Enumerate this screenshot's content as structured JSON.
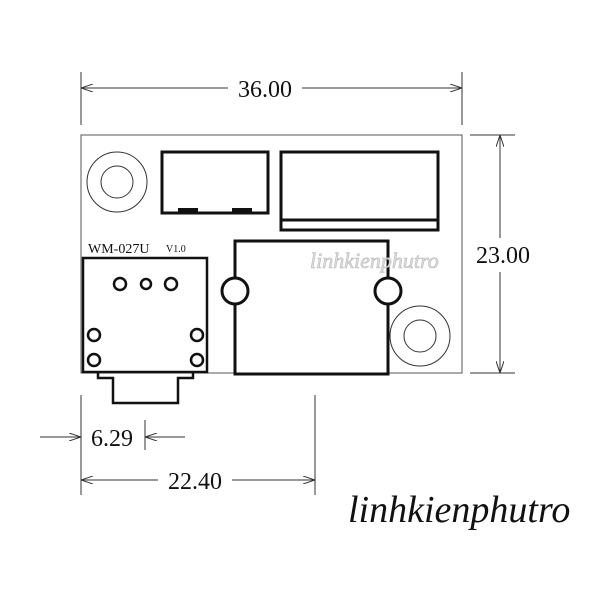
{
  "dimensions": {
    "width": "36.00",
    "height": "23.00",
    "jack_offset": "6.29",
    "jack_to_edge": "22.40"
  },
  "board": {
    "model": "WM-027U",
    "version": "V1.0"
  },
  "watermark": {
    "overlay": "linhkienphutro",
    "signature": "linhkienphutro"
  }
}
